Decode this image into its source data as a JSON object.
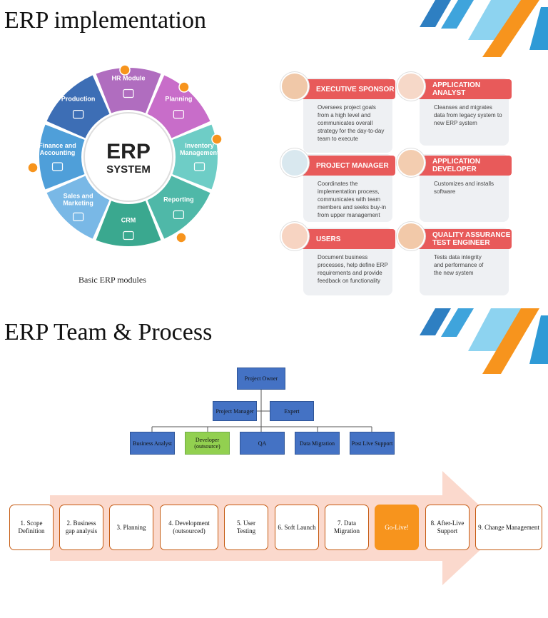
{
  "sections": {
    "implementation_title": "ERP implementation",
    "team_title": "ERP Team & Process"
  },
  "wheel": {
    "center_line1": "ERP",
    "center_line2": "SYSTEM",
    "modules": [
      {
        "line1": "HR Module",
        "line2": ""
      },
      {
        "line1": "Planning",
        "line2": ""
      },
      {
        "line1": "Inventory",
        "line2": "Management"
      },
      {
        "line1": "Reporting",
        "line2": ""
      },
      {
        "line1": "CRM",
        "line2": ""
      },
      {
        "line1": "Sales and",
        "line2": "Marketing"
      },
      {
        "line1": "Finance and",
        "line2": "Accounting"
      },
      {
        "line1": "Production",
        "line2": ""
      }
    ],
    "caption": "Basic ERP modules",
    "colors": [
      "#b06dbf",
      "#c86dc9",
      "#6ecdc6",
      "#4fb8a8",
      "#3aa88f",
      "#79b8e6",
      "#4f9fd9",
      "#3d6eb5"
    ],
    "dot_color": "#f7941d"
  },
  "roles": [
    {
      "title_line1": "EXECUTIVE SPONSOR",
      "title_line2": "",
      "desc": [
        "Oversees project goals",
        "from a high level and",
        "communicates overall",
        "strategy for the day-to-day",
        "team to execute"
      ]
    },
    {
      "title_line1": "APPLICATION ANALYST",
      "title_line2": "",
      "desc": [
        "Cleanses and migrates",
        "data from legacy system to",
        "new ERP system"
      ]
    },
    {
      "title_line1": "PROJECT MANAGER",
      "title_line2": "",
      "desc": [
        "Coordinates the",
        "implementation process,",
        "communicates with team",
        "members and seeks buy-in",
        "from upper management"
      ]
    },
    {
      "title_line1": "APPLICATION",
      "title_line2": "DEVELOPER",
      "desc": [
        "Customizes and installs",
        "software"
      ]
    },
    {
      "title_line1": "USERS",
      "title_line2": "",
      "desc": [
        "Document business",
        "processes, help define ERP",
        "requirements and provide",
        "feedback on functionality"
      ]
    },
    {
      "title_line1": "QUALITY ASSURANCE",
      "title_line2": "TEST ENGINEER",
      "desc": [
        "Tests data integrity",
        "and performance of",
        "the new system"
      ]
    }
  ],
  "org": {
    "owner": "Project Owner",
    "manager": "Project Manager",
    "expert": "Expert",
    "members": [
      "Business Analyst",
      "Developer (outsource)",
      "QA",
      "Data Migration",
      "Post Live Support"
    ]
  },
  "process": [
    "1. Scope Definition",
    "2. Business gap analysis",
    "3. Planning",
    "4. Development (outsourced)",
    "5. User Testing",
    "6. Soft Launch",
    "7. Data Migration",
    "Go-Live!",
    "8. After-Live Support",
    "9. Change Management"
  ]
}
